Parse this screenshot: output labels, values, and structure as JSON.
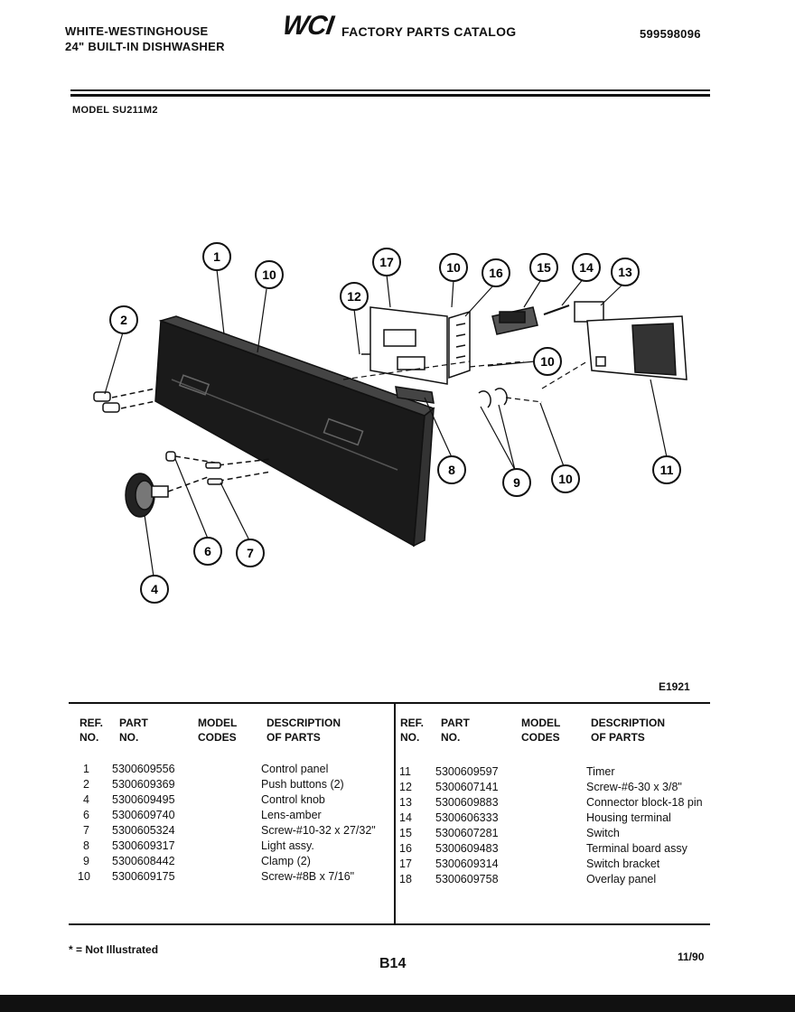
{
  "header": {
    "brand": "WHITE-WESTINGHOUSE",
    "product": "24\" BUILT-IN DISHWASHER",
    "logo_text": "WCI",
    "catalog_title": "FACTORY PARTS CATALOG",
    "catalog_number": "599598096",
    "model_line": "MODEL SU211M2"
  },
  "diagram": {
    "figure_code": "E1921",
    "callouts": [
      "1",
      "10",
      "2",
      "17",
      "12",
      "10",
      "16",
      "15",
      "14",
      "13",
      "10",
      "8",
      "9",
      "10",
      "11",
      "6",
      "7",
      "4"
    ]
  },
  "table": {
    "headers": {
      "ref": [
        "REF.",
        "NO."
      ],
      "part": [
        "PART",
        "NO."
      ],
      "model": [
        "MODEL",
        "CODES"
      ],
      "desc": [
        "DESCRIPTION",
        "OF PARTS"
      ]
    },
    "left_rows": [
      {
        "ref": "1",
        "part": "5300609556",
        "model": "",
        "desc": "Control panel"
      },
      {
        "ref": "2",
        "part": "5300609369",
        "model": "",
        "desc": "Push buttons (2)"
      },
      {
        "ref": "4",
        "part": "5300609495",
        "model": "",
        "desc": "Control knob"
      },
      {
        "ref": "6",
        "part": "5300609740",
        "model": "",
        "desc": "Lens-amber"
      },
      {
        "ref": "7",
        "part": "5300605324",
        "model": "",
        "desc": "Screw-#10-32 x 27/32\""
      },
      {
        "ref": "8",
        "part": "5300609317",
        "model": "",
        "desc": "Light assy."
      },
      {
        "ref": "9",
        "part": "5300608442",
        "model": "",
        "desc": "Clamp (2)"
      },
      {
        "ref": "10",
        "part": "5300609175",
        "model": "",
        "desc": "Screw-#8B x 7/16\""
      }
    ],
    "right_rows": [
      {
        "ref": "11",
        "part": "5300609597",
        "model": "",
        "desc": "Timer"
      },
      {
        "ref": "12",
        "part": "5300607141",
        "model": "",
        "desc": "Screw-#6-30 x 3/8\""
      },
      {
        "ref": "13",
        "part": "5300609883",
        "model": "",
        "desc": "Connector block-18 pin"
      },
      {
        "ref": "14",
        "part": "5300606333",
        "model": "",
        "desc": "Housing terminal"
      },
      {
        "ref": "15",
        "part": "5300607281",
        "model": "",
        "desc": "Switch"
      },
      {
        "ref": "16",
        "part": "5300609483",
        "model": "",
        "desc": "Terminal board assy"
      },
      {
        "ref": "17",
        "part": "5300609314",
        "model": "",
        "desc": "Switch bracket"
      },
      {
        "ref": "18",
        "part": "5300609758",
        "model": "",
        "desc": "Overlay panel"
      }
    ]
  },
  "footer": {
    "note": "* = Not Illustrated",
    "page": "B14",
    "date": "11/90"
  }
}
